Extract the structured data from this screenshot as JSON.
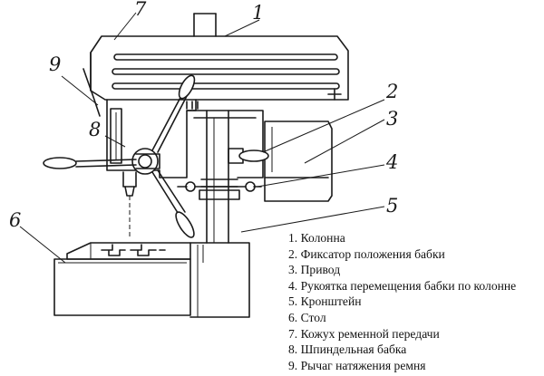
{
  "callouts": [
    "1",
    "2",
    "3",
    "4",
    "5",
    "6",
    "7",
    "8",
    "9"
  ],
  "legend": [
    "1. Колонна",
    "2. Фиксатор положения бабки",
    "3. Привод",
    "4. Рукоятка перемещения бабки по колонне",
    "5. Кронштейн",
    "6. Стол",
    "7. Кожух ременной передачи",
    "8. Шпиндельная бабка",
    "9. Рычаг натяжения ремня"
  ]
}
